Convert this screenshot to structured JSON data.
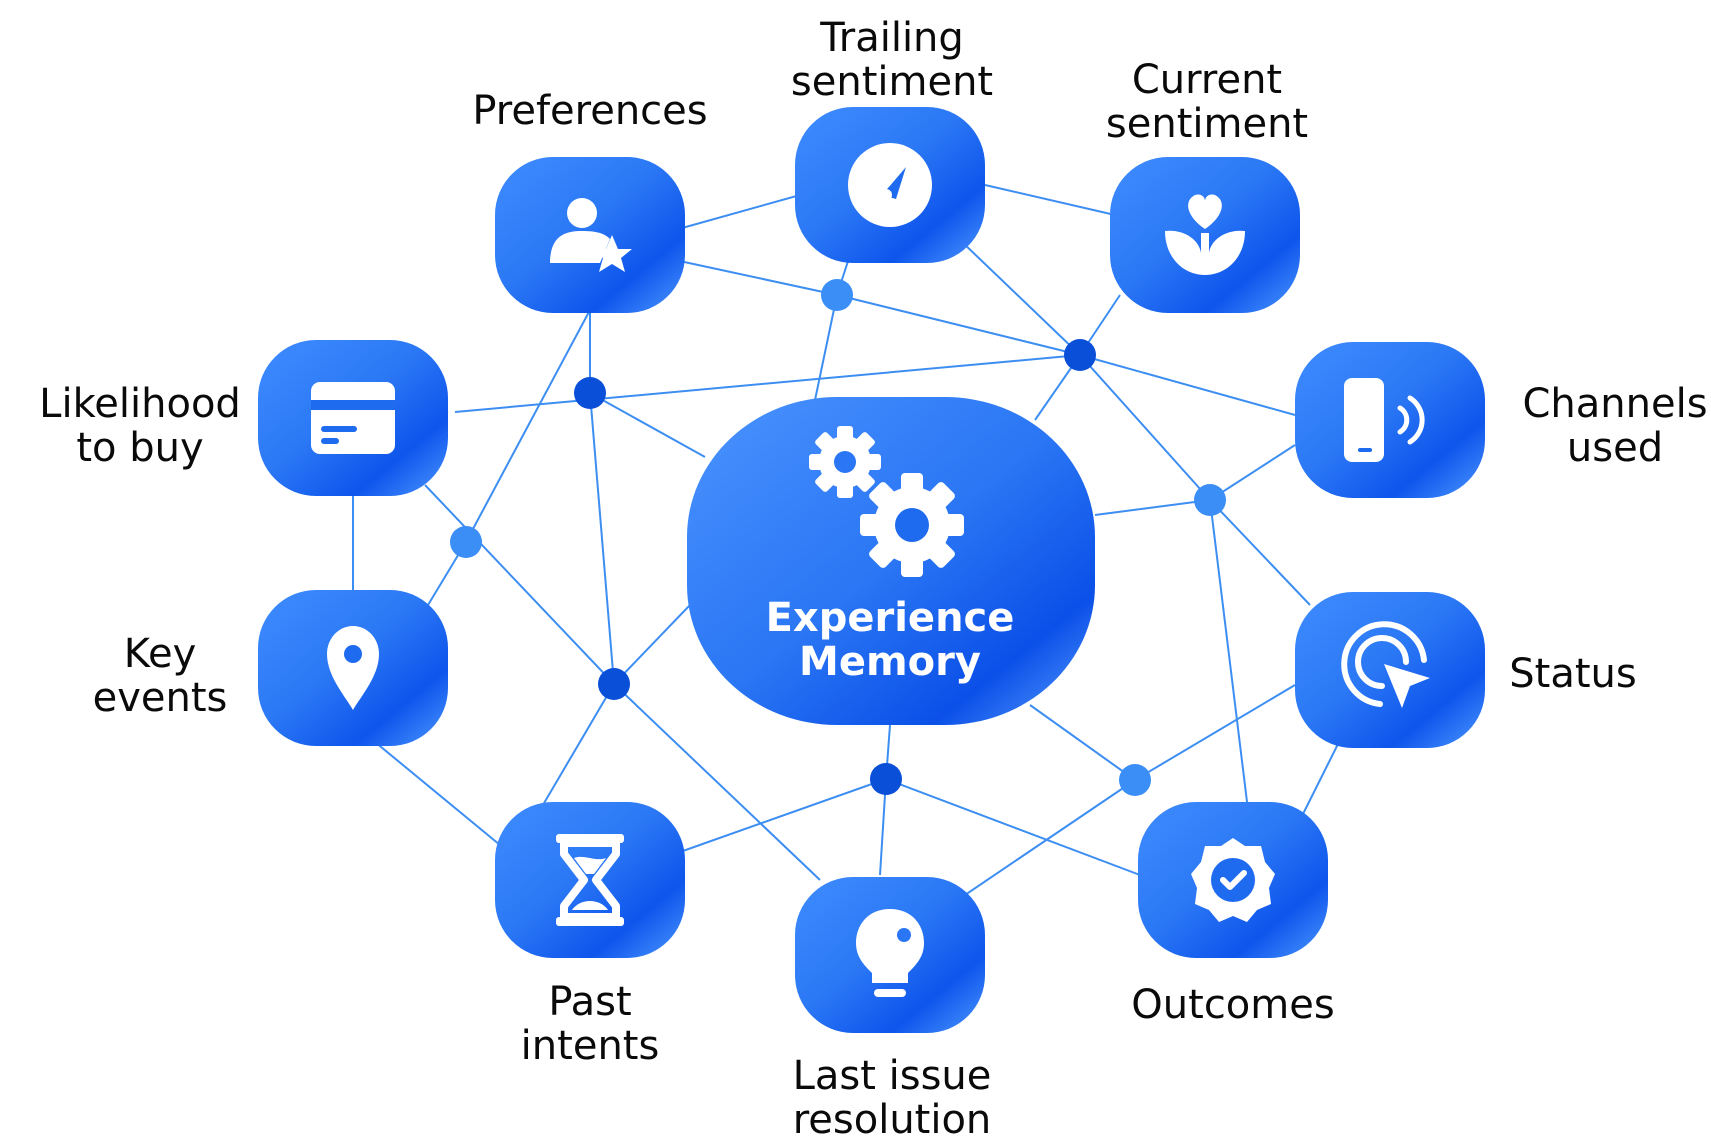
{
  "center": {
    "line1": "Experience",
    "line2": "Memory"
  },
  "nodes": {
    "preferences": {
      "lines": [
        "Preferences"
      ],
      "icon": "person-star-icon"
    },
    "trailing_sentiment": {
      "lines": [
        "Trailing",
        "sentiment"
      ],
      "icon": "gauge-icon"
    },
    "current_sentiment": {
      "lines": [
        "Current",
        "sentiment"
      ],
      "icon": "heart-plant-icon"
    },
    "channels_used": {
      "lines": [
        "Channels",
        "used"
      ],
      "icon": "phone-signal-icon"
    },
    "status": {
      "lines": [
        "Status"
      ],
      "icon": "cursor-click-icon"
    },
    "outcomes": {
      "lines": [
        "Outcomes"
      ],
      "icon": "verified-badge-icon"
    },
    "last_issue_resolution": {
      "lines": [
        "Last issue",
        "resolution"
      ],
      "icon": "lightbulb-icon"
    },
    "past_intents": {
      "lines": [
        "Past",
        "intents"
      ],
      "icon": "hourglass-icon"
    },
    "key_events": {
      "lines": [
        "Key",
        "events"
      ],
      "icon": "map-pin-icon"
    },
    "likelihood_to_buy": {
      "lines": [
        "Likelihood",
        "to buy"
      ],
      "icon": "credit-card-icon"
    }
  },
  "colors": {
    "tile": "#1f6bf0",
    "tile_dark": "#0b52e8",
    "tile_light": "#4a93ff",
    "line": "#3d8ef2",
    "hub_dark": "#0a4fd8",
    "hub_light": "#3a8ef5"
  }
}
